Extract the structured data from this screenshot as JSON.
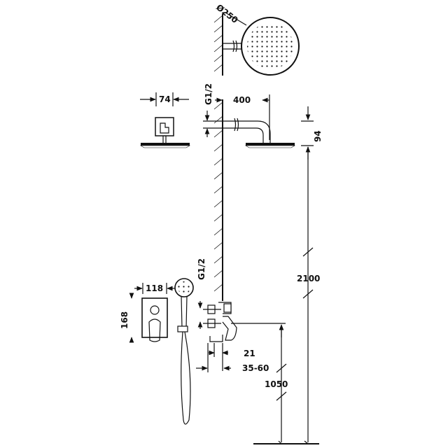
{
  "labels": {
    "shower_head_diameter": "Ø250",
    "plate_width": "74",
    "arm_thread": "G1/2",
    "arm_length": "400",
    "arm_drop": "94",
    "total_height": "2100",
    "handset_plate_width": "118",
    "handset_thread": "G1/2",
    "mixer_plate_height": "168",
    "mixer_depth": "21",
    "mixer_adjust_range": "35-60",
    "mixer_height": "1050"
  }
}
